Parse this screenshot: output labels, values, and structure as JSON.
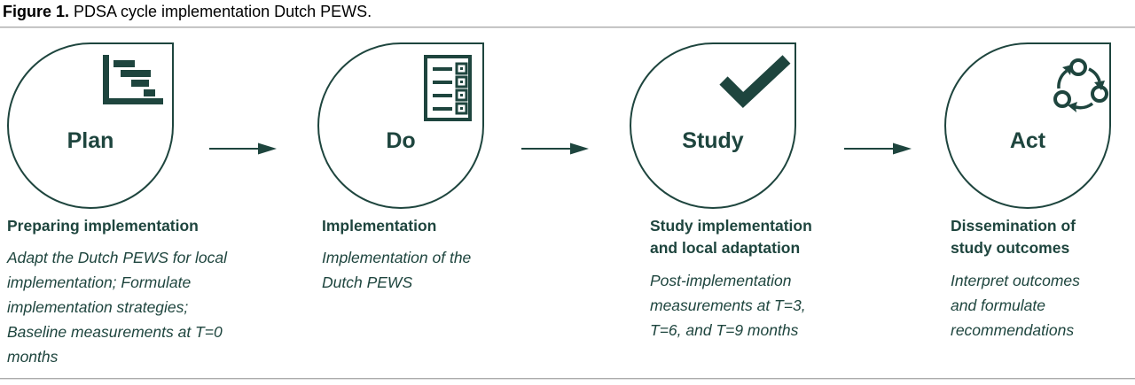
{
  "figure": {
    "caption_prefix": "Figure 1.",
    "caption_text": " PDSA cycle implementation Dutch PEWS."
  },
  "colors": {
    "accent": "#1e453e",
    "rule": "#ababab",
    "background": "#ffffff"
  },
  "stages": [
    {
      "label": "Plan",
      "icon": "gantt-chart-icon",
      "heading": "Preparing implementation",
      "description": "Adapt the Dutch PEWS for local implementation; Formulate implementation strategies; Baseline measurements at T=0 months"
    },
    {
      "label": "Do",
      "icon": "checklist-icon",
      "heading": "Implementation",
      "description": "Implementation of the Dutch PEWS"
    },
    {
      "label": "Study",
      "icon": "checkmark-icon",
      "heading": "Study implementation and local adaptation",
      "description": "Post-implementation measurements at T=3, T=6, and T=9 months"
    },
    {
      "label": "Act",
      "icon": "cycle-icon",
      "heading": "Dissemination of study outcomes",
      "description": "Interpret outcomes and formulate recommendations"
    }
  ]
}
